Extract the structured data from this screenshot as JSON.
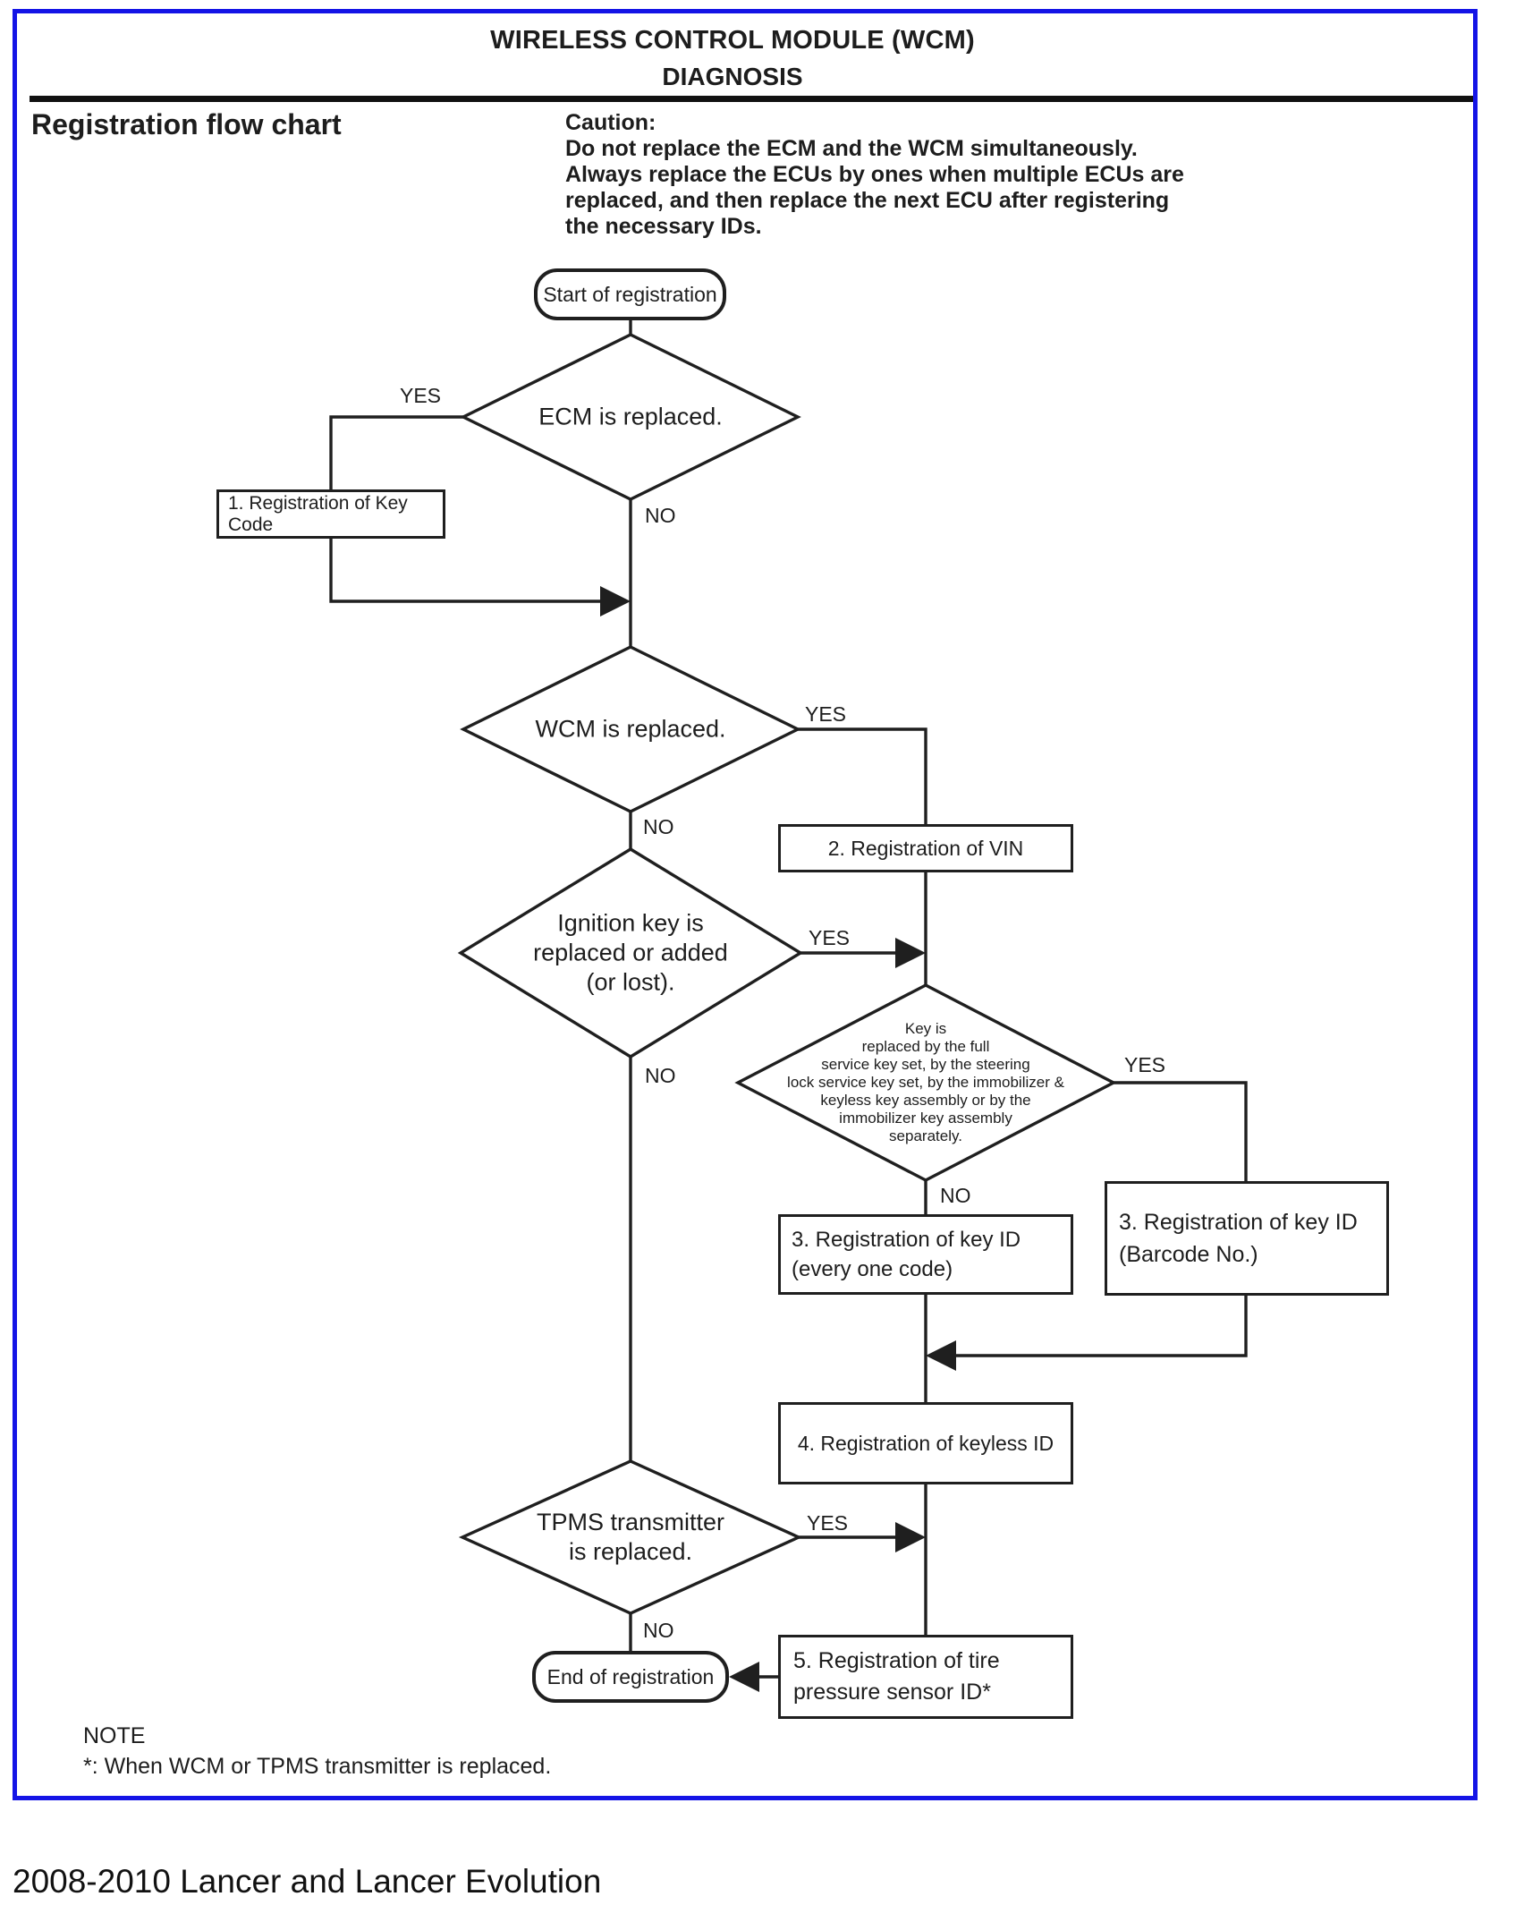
{
  "header": {
    "title_line1": "WIRELESS CONTROL MODULE (WCM)",
    "title_line2": "DIAGNOSIS"
  },
  "section": {
    "title": "Registration flow chart"
  },
  "caution": {
    "label": "Caution:",
    "lines": [
      "Do not replace the ECM and the WCM simultaneously.",
      "Always replace the ECUs by ones when multiple ECUs are",
      "replaced, and then replace the next ECU after registering",
      "the necessary IDs."
    ]
  },
  "flowchart": {
    "terminators": {
      "start": "Start of registration",
      "end": "End of registration"
    },
    "decisions": {
      "ecm": {
        "text": "ECM is replaced."
      },
      "wcm": {
        "text": "WCM is replaced."
      },
      "ignition": {
        "lines": [
          "Ignition key is",
          "replaced or added",
          "(or lost)."
        ]
      },
      "key_set": {
        "lines": [
          "Key is",
          "replaced by the full",
          "service key set, by the steering",
          "lock service key set, by the immobilizer &",
          "keyless key assembly or by the",
          "immobilizer key assembly",
          "separately."
        ]
      },
      "tpms": {
        "lines": [
          "TPMS transmitter",
          "is replaced."
        ]
      }
    },
    "processes": {
      "key_code": {
        "text": "1. Registration of Key Code"
      },
      "vin": {
        "text": "2. Registration of VIN"
      },
      "key_id_every": {
        "lines": [
          "3. Registration of key ID",
          "(every one code)"
        ]
      },
      "key_id_barcode": {
        "lines": [
          "3. Registration of key ID",
          "(Barcode No.)"
        ]
      },
      "keyless": {
        "text": "4. Registration of keyless ID"
      },
      "tire": {
        "lines": [
          "5. Registration of tire",
          "pressure sensor ID*"
        ]
      }
    },
    "labels": {
      "yes": "YES",
      "no": "NO"
    }
  },
  "note": {
    "label": "NOTE",
    "text": "*: When WCM or TPMS transmitter is replaced."
  },
  "footer": {
    "text": "2008-2010 Lancer and Lancer Evolution"
  },
  "colors": {
    "frame_blue": "#1414e6",
    "line_black": "#1f1f1f"
  }
}
